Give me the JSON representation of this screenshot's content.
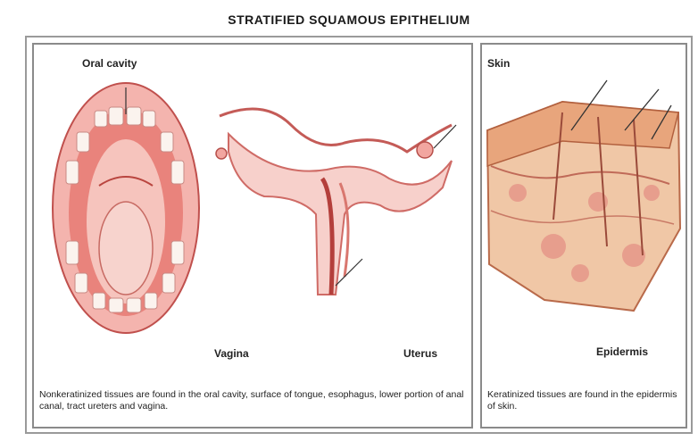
{
  "title": "STRATIFIED SQUAMOUS EPITHELIUM",
  "panels": {
    "left": {
      "label_oral": "Oral cavity",
      "label_vagina": "Vagina",
      "label_uterus": "Uterus",
      "caption": "Nonkeratinized tissues are found in the oral cavity, surface of tongue, esophagus, lower portion of anal canal, tract ureters and vagina."
    },
    "right": {
      "label_skin": "Skin",
      "label_epidermis": "Epidermis",
      "caption": "Keratinized tissues are found in the epidermis of skin."
    }
  },
  "colors": {
    "tissue_pink": "#f2a6a0",
    "tissue_red": "#d9534f",
    "skin_tan": "#e8b48a",
    "border_gray": "#8a8a8a"
  }
}
